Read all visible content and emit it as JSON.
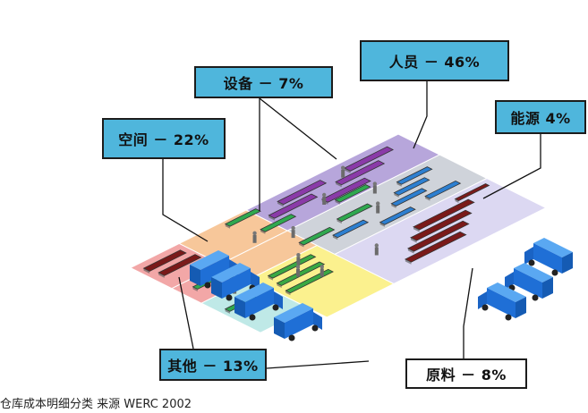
{
  "diagram": {
    "categories": [
      {
        "label": "人员 － 46%",
        "category": "人员",
        "percent": 46,
        "box_color": "#4fb6dc"
      },
      {
        "label": "设备 － 7%",
        "category": "设备",
        "percent": 7,
        "box_color": "#4fb6dc"
      },
      {
        "label": "空间 － 22%",
        "category": "空间",
        "percent": 22,
        "box_color": "#4fb6dc"
      },
      {
        "label": "能源 4%",
        "category": "能源",
        "percent": 4,
        "box_color": "#4fb6dc"
      },
      {
        "label": "其他 － 13%",
        "category": "其他",
        "percent": 13,
        "box_color": "#4fb6dc"
      },
      {
        "label": "原料 － 8%",
        "category": "原料",
        "percent": 8,
        "box_color": "#ffffff"
      }
    ],
    "zone_colors": {
      "purple": "#b7a6db",
      "grey": "#cfd3da",
      "orange": "#f7c79a",
      "pink": "#f2a7a7",
      "yellow": "#fbf18e",
      "lavender": "#dcd8f2",
      "cyan": "#bfe9e7"
    },
    "truck_color": "#1f6fd6"
  },
  "caption": "仓库成本明细分类  来源  WERC 2002"
}
